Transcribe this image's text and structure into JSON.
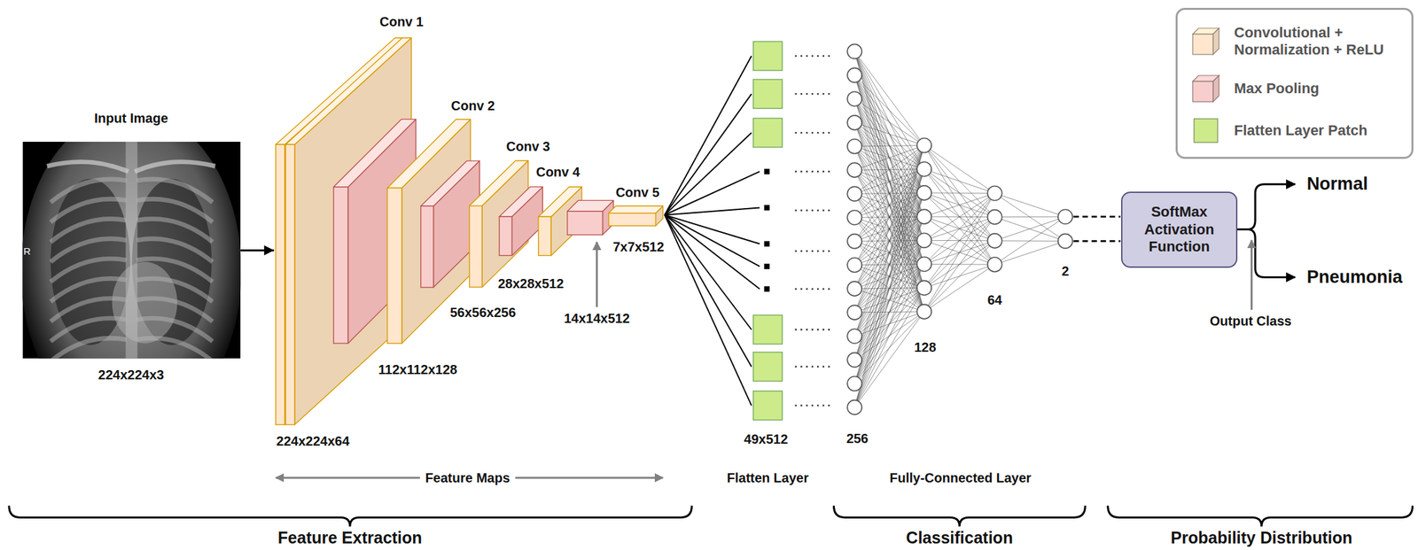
{
  "diagram": {
    "nodes": [
      {
        "text": [
          "Input Image"
        ]
      },
      {
        "text": [
          "Conv 1"
        ]
      },
      {
        "text": [
          "Conv 2"
        ]
      },
      {
        "text": [
          "Conv 3"
        ]
      },
      {
        "text": [
          "Conv 4"
        ]
      },
      {
        "text": [
          "Conv 5"
        ]
      },
      {
        "text": [
          "SoftMax Activation Function"
        ]
      }
    ],
    "edges": [
      {
        "from": 0,
        "to": 1,
        "arrow": "to"
      }
    ],
    "labels": [
      "R",
      "224x224x3",
      "224x224x64",
      "112x112x128",
      "56x56x256",
      "28x28x512",
      "14x14x512",
      "7x7x512",
      "Feature Maps",
      "49x512",
      "Flatten Layer",
      "256",
      "128",
      "64",
      "2",
      "Fully-Connected Layer",
      "Normal",
      "Pneumonia",
      "Output Class",
      "Feature Extraction",
      "Classification",
      "Probability Distribution"
    ],
    "legend": [
      {
        "text": "Convolutional + Normalization + ReLU",
        "color": "#ffe6cc"
      },
      {
        "text": "Max Pooling",
        "color": "#f8cecc"
      },
      {
        "text": "Flatten Layer Patch",
        "color": "#cdeb8b"
      }
    ]
  }
}
